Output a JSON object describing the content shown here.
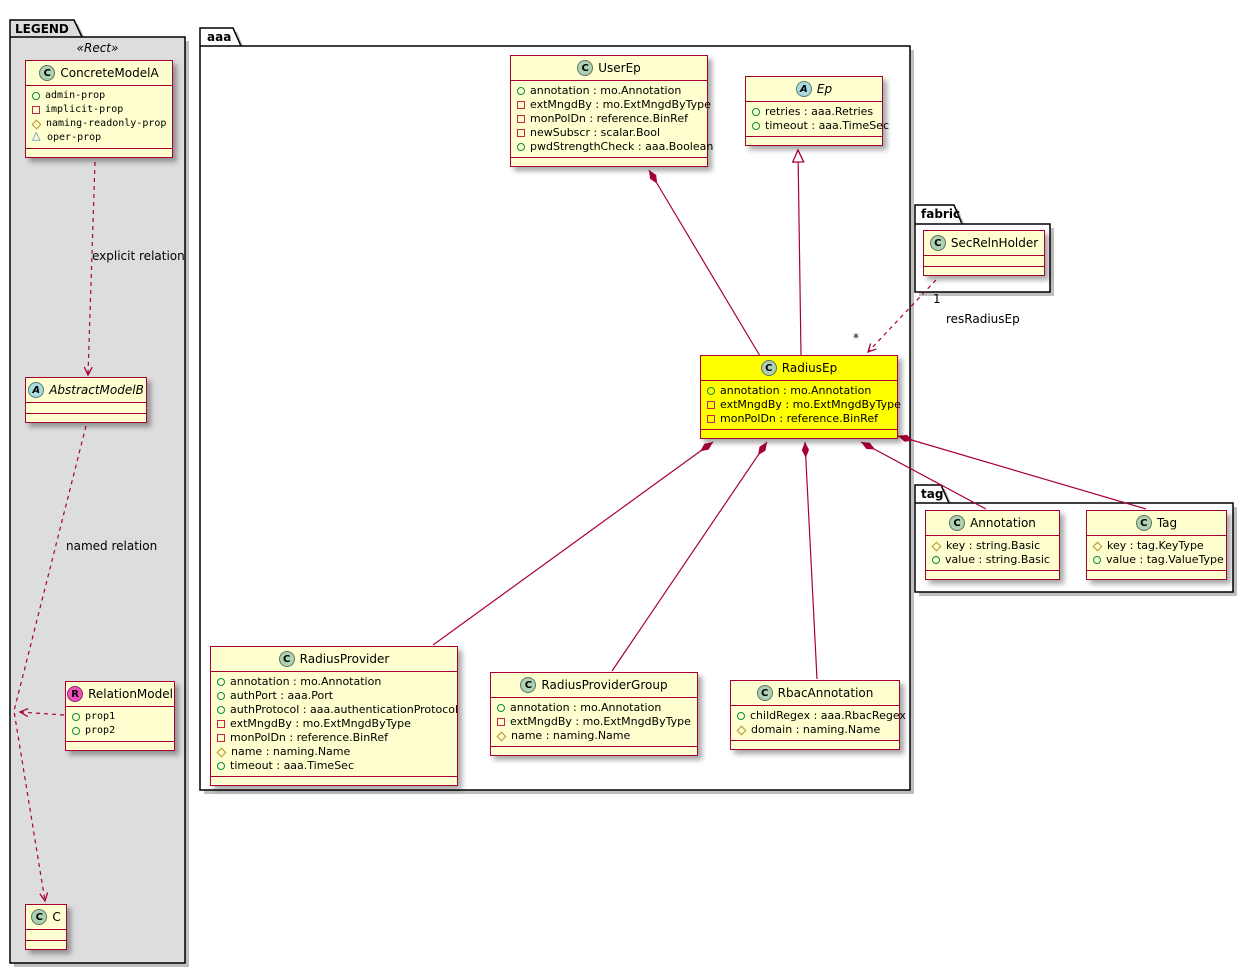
{
  "colors": {
    "class_fill": "#FEFECE",
    "class_border": "#A80036",
    "highlight_fill": "#FFFF00",
    "legend_fill": "#DDDDDD",
    "edge_color": "#A80036"
  },
  "packages": {
    "legend": {
      "label": "LEGEND",
      "stereotype": "«Rect»"
    },
    "aaa": {
      "label": "aaa"
    },
    "fabric": {
      "label": "fabric"
    },
    "tag": {
      "label": "tag"
    }
  },
  "edge_labels": {
    "explicit_relation": "explicit relation",
    "named_relation": "named relation",
    "source_multiplicity": "1",
    "relation_name": "resRadiusEp",
    "target_multiplicity": "*"
  },
  "classes": {
    "concrete_model_a": {
      "spot": "C",
      "name": "ConcreteModelA",
      "members": [
        {
          "icon": "public-circle-icon",
          "text": "admin-prop"
        },
        {
          "icon": "private-square-icon",
          "text": "implicit-prop"
        },
        {
          "icon": "protected-diamond-icon",
          "text": "naming-readonly-prop"
        },
        {
          "icon": "package-triangle-icon",
          "text": "oper-prop"
        }
      ]
    },
    "abstract_model_b": {
      "spot": "A",
      "name": "AbstractModelB",
      "members": []
    },
    "relation_model": {
      "spot": "R",
      "name": "RelationModel",
      "members": [
        {
          "icon": "public-circle-icon",
          "text": "prop1"
        },
        {
          "icon": "public-circle-icon",
          "text": "prop2"
        }
      ]
    },
    "c": {
      "spot": "C",
      "name": "C",
      "members": []
    },
    "user_ep": {
      "spot": "C",
      "name": "UserEp",
      "members": [
        {
          "icon": "public-circle-icon",
          "text": "annotation : mo.Annotation"
        },
        {
          "icon": "private-square-icon",
          "text": "extMngdBy : mo.ExtMngdByType"
        },
        {
          "icon": "private-square-icon",
          "text": "monPolDn : reference.BinRef"
        },
        {
          "icon": "private-square-icon",
          "text": "newSubscr : scalar.Bool"
        },
        {
          "icon": "public-circle-icon",
          "text": "pwdStrengthCheck : aaa.Boolean"
        }
      ]
    },
    "ep": {
      "spot": "A",
      "name": "Ep",
      "members": [
        {
          "icon": "public-circle-icon",
          "text": "retries : aaa.Retries"
        },
        {
          "icon": "public-circle-icon",
          "text": "timeout : aaa.TimeSec"
        }
      ]
    },
    "radius_ep": {
      "spot": "C",
      "name": "RadiusEp",
      "members": [
        {
          "icon": "public-circle-icon",
          "text": "annotation : mo.Annotation"
        },
        {
          "icon": "private-square-icon",
          "text": "extMngdBy : mo.ExtMngdByType"
        },
        {
          "icon": "private-square-icon",
          "text": "monPolDn : reference.BinRef"
        }
      ]
    },
    "sec_reln_holder": {
      "spot": "C",
      "name": "SecRelnHolder",
      "members": []
    },
    "radius_provider": {
      "spot": "C",
      "name": "RadiusProvider",
      "members": [
        {
          "icon": "public-circle-icon",
          "text": "annotation : mo.Annotation"
        },
        {
          "icon": "public-circle-icon",
          "text": "authPort : aaa.Port"
        },
        {
          "icon": "public-circle-icon",
          "text": "authProtocol : aaa.authenticationProtocol"
        },
        {
          "icon": "private-square-icon",
          "text": "extMngdBy : mo.ExtMngdByType"
        },
        {
          "icon": "private-square-icon",
          "text": "monPolDn : reference.BinRef"
        },
        {
          "icon": "protected-diamond-icon",
          "text": "name : naming.Name"
        },
        {
          "icon": "public-circle-icon",
          "text": "timeout : aaa.TimeSec"
        }
      ]
    },
    "radius_provider_group": {
      "spot": "C",
      "name": "RadiusProviderGroup",
      "members": [
        {
          "icon": "public-circle-icon",
          "text": "annotation : mo.Annotation"
        },
        {
          "icon": "private-square-icon",
          "text": "extMngdBy : mo.ExtMngdByType"
        },
        {
          "icon": "protected-diamond-icon",
          "text": "name : naming.Name"
        }
      ]
    },
    "rbac_annotation": {
      "spot": "C",
      "name": "RbacAnnotation",
      "members": [
        {
          "icon": "public-circle-icon",
          "text": "childRegex : aaa.RbacRegex"
        },
        {
          "icon": "protected-diamond-icon",
          "text": "domain : naming.Name"
        }
      ]
    },
    "annotation": {
      "spot": "C",
      "name": "Annotation",
      "members": [
        {
          "icon": "protected-diamond-icon",
          "text": "key : string.Basic"
        },
        {
          "icon": "public-circle-icon",
          "text": "value : string.Basic"
        }
      ]
    },
    "tag": {
      "spot": "C",
      "name": "Tag",
      "members": [
        {
          "icon": "protected-diamond-icon",
          "text": "key : tag.KeyType"
        },
        {
          "icon": "public-circle-icon",
          "text": "value : tag.ValueType"
        }
      ]
    }
  }
}
